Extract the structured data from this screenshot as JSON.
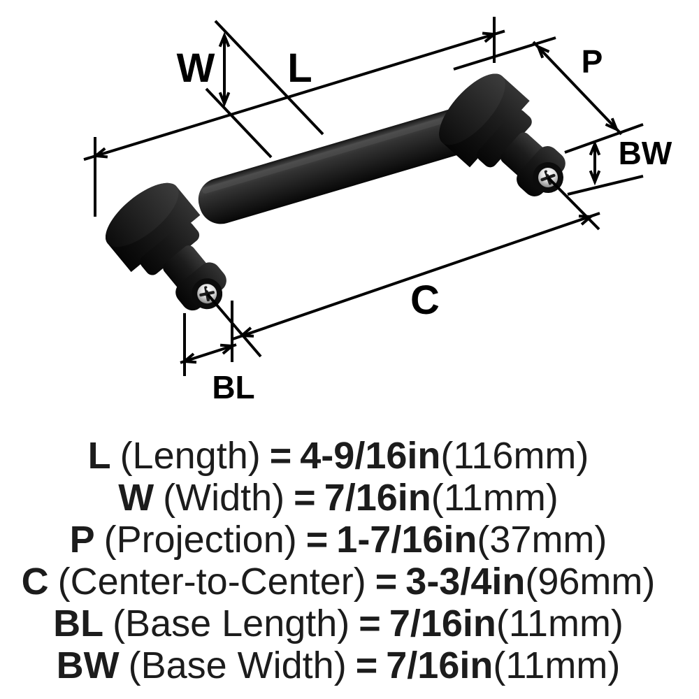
{
  "diagram": {
    "labels": {
      "L": "L",
      "W": "W",
      "P": "P",
      "C": "C",
      "BL": "BL",
      "BW": "BW"
    }
  },
  "specs": [
    {
      "abbr": "L",
      "name": "(Length)",
      "eq": "=",
      "value": "4-9/16in",
      "metric": "(116mm)"
    },
    {
      "abbr": "W",
      "name": "(Width)",
      "eq": "=",
      "value": "7/16in",
      "metric": "(11mm)"
    },
    {
      "abbr": "P",
      "name": "(Projection)",
      "eq": "=",
      "value": "1-7/16in",
      "metric": "(37mm)"
    },
    {
      "abbr": "C",
      "name": "(Center-to-Center)",
      "eq": "=",
      "value": "3-3/4in",
      "metric": "(96mm)"
    },
    {
      "abbr": "BL",
      "name": "(Base Length)",
      "eq": "=",
      "value": "7/16in",
      "metric": "(11mm)"
    },
    {
      "abbr": "BW",
      "name": "(Base Width)",
      "eq": "=",
      "value": "7/16in",
      "metric": "(11mm)"
    }
  ],
  "colors": {
    "background": "#ffffff",
    "line": "#000000",
    "text": "#1c1c1c",
    "handle_dark": "#0a0a0a",
    "handle_mid": "#262626",
    "handle_highlight": "#4e4e4e",
    "screw_silver": "#e8e8e8"
  }
}
